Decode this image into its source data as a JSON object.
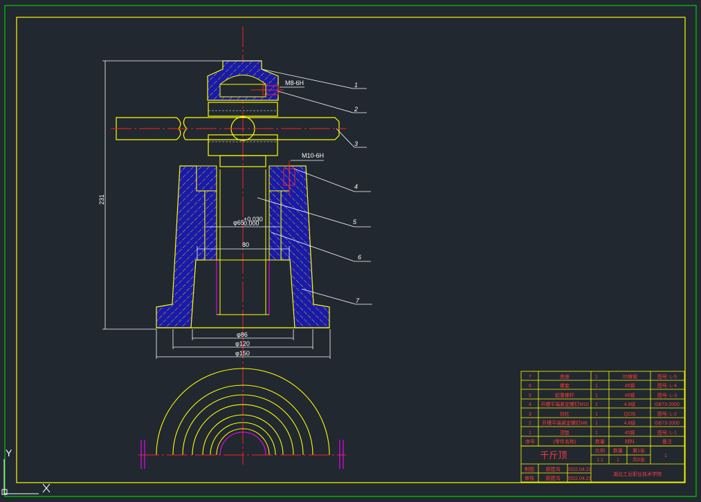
{
  "colors": {
    "background": "#212830",
    "frame_outer": "#00d000",
    "frame_inner": "#ffff00",
    "outline": "#ffff00",
    "hatch": "#1a1aa8",
    "centerline": "#ff2020",
    "dimension": "#ffffff",
    "table_text": "#ff3b3b",
    "magenta": "#ff00ff"
  },
  "part_callouts": [
    "1",
    "2",
    "3",
    "4",
    "5",
    "6",
    "7"
  ],
  "dimensions": {
    "thread_top": "M8-6H",
    "thread_mid": "M10-6H",
    "height": "231",
    "bore": "φ65",
    "bore_tol_upper": "+0.030",
    "bore_tol_lower": "0.000",
    "inner_width": "80",
    "base_d1": "φ86",
    "base_d2": "φ120",
    "base_d3": "φ150"
  },
  "bom": {
    "rows": [
      {
        "no": "7",
        "name": "底座",
        "qty": "1",
        "material": "35铸钢",
        "remark": "图号: L-5"
      },
      {
        "no": "6",
        "name": "螺套",
        "qty": "1",
        "material": "45钢",
        "remark": "图号: L-4"
      },
      {
        "no": "5",
        "name": "起重螺杆",
        "qty": "1",
        "material": "45钢",
        "remark": "图号: L-3"
      },
      {
        "no": "4",
        "name": "开槽平端紧定螺钉M10",
        "qty": "1",
        "material": "4.8级",
        "remark": "GB73-2000"
      },
      {
        "no": "3",
        "name": "铰杠",
        "qty": "1",
        "material": "Q235",
        "remark": "图号: L-2"
      },
      {
        "no": "2",
        "name": "开槽平端紧定螺钉M8",
        "qty": "1",
        "material": "4.8级",
        "remark": "GB73-2000"
      },
      {
        "no": "1",
        "name": "顶垫",
        "qty": "1",
        "material": "45钢",
        "remark": "图号: L-1"
      }
    ],
    "header": {
      "no": "序号",
      "name": "(零件名称)",
      "qty": "数量",
      "material": "材料",
      "remark": "备注"
    }
  },
  "title_block": {
    "title": "千斤顶",
    "scale_label": "比例",
    "qty_label": "数量",
    "sheet_label": "第1张",
    "scale_value": "1:1",
    "qty_value": "1",
    "sheets_value": "共6张",
    "drawing_no": "1",
    "drawn_label": "制图",
    "drawn_name": "顾建鸿",
    "drawn_date": "2022.04.21",
    "checked_label": "审核",
    "checked_name": "顾建鸿",
    "checked_date": "2022.04.21",
    "school": "湖北工业职业技术学院"
  },
  "ucs": {
    "y_label": "Y",
    "x_label": "X"
  }
}
